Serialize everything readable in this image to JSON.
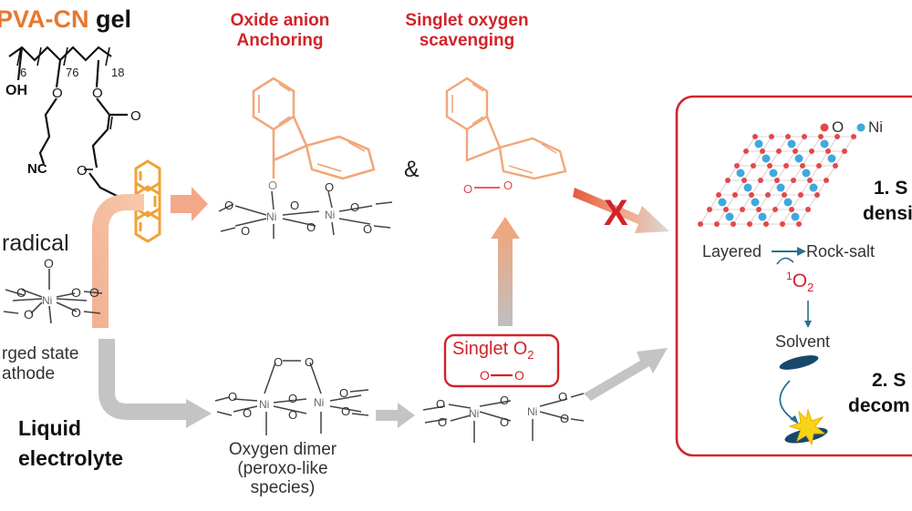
{
  "gel": {
    "name_colored": "PVA-CN",
    "name_rest": "gel",
    "subscript_6": "6",
    "subscript_76": "76",
    "subscript_18": "18",
    "oh": "OH",
    "nc": "NC"
  },
  "left": {
    "radical": "radical",
    "charged_state_l1": "rged state",
    "charged_state_l2": "athode",
    "liquid_l1": "Liquid",
    "liquid_l2": "electrolyte"
  },
  "mechanisms": {
    "anchoring_l1": "Oxide anion",
    "anchoring_l2": "Anchoring",
    "scavenging_l1": "Singlet oxygen",
    "scavenging_l2": "scavenging",
    "ampersand": "&",
    "blocked_mark": "X"
  },
  "middle": {
    "dimer_l1": "Oxygen dimer",
    "dimer_l2": "(peroxo-like",
    "dimer_l3": "species)",
    "singlet_label": "Singlet O",
    "singlet_sub": "2"
  },
  "atoms": {
    "O": "O",
    "Ni": "Ni"
  },
  "panel": {
    "legend_o": "O",
    "legend_ni": "Ni",
    "layered": "Layered",
    "rock_salt": "Rock-salt",
    "singlet_sup": "1",
    "singlet_o": "O",
    "singlet_sub": "2",
    "solvent": "Solvent",
    "step1_l1": "1. S",
    "step1_l2": "densi",
    "step2_l1": "2. S",
    "step2_l2": "decom"
  },
  "colors": {
    "orange": "#e8772e",
    "light_orange": "#f2a679",
    "red": "#d2232a",
    "nickel": "#3fa9dc",
    "oxygen": "#e5474b",
    "dark_blue": "#17486b",
    "teal": "#2a6f8f",
    "gray_arrow": "#bfbfbf"
  }
}
